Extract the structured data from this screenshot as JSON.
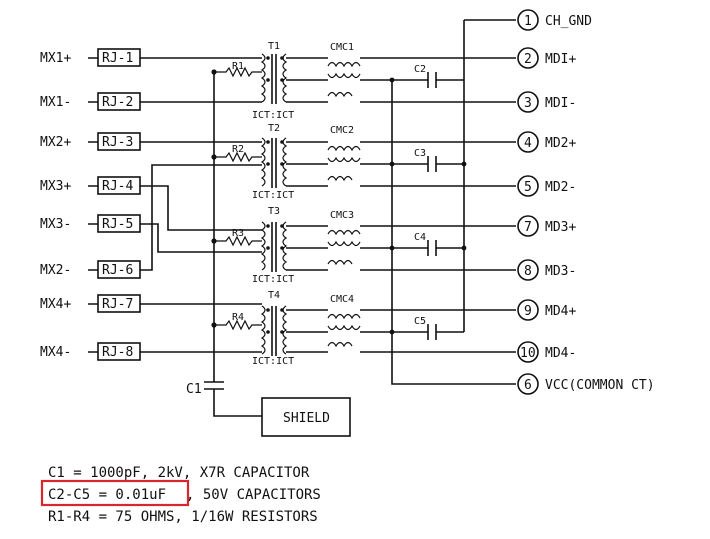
{
  "left_ports": [
    {
      "mx": "MX1+",
      "rj": "RJ-1"
    },
    {
      "mx": "MX1-",
      "rj": "RJ-2"
    },
    {
      "mx": "MX2+",
      "rj": "RJ-3"
    },
    {
      "mx": "MX3+",
      "rj": "RJ-4"
    },
    {
      "mx": "MX3-",
      "rj": "RJ-5"
    },
    {
      "mx": "MX2-",
      "rj": "RJ-6"
    },
    {
      "mx": "MX4+",
      "rj": "RJ-7"
    },
    {
      "mx": "MX4-",
      "rj": "RJ-8"
    }
  ],
  "transformers": [
    "T1",
    "T2",
    "T3",
    "T4"
  ],
  "resistors": [
    "R1",
    "R2",
    "R3",
    "R4"
  ],
  "chokes": [
    "CMC1",
    "CMC2",
    "CMC3",
    "CMC4"
  ],
  "ict_label": "ICT:ICT",
  "caps": [
    "C2",
    "C3",
    "C4",
    "C5"
  ],
  "c1": "C1",
  "shield": "SHIELD",
  "right_pins": [
    {
      "num": "1",
      "name": "CH_GND"
    },
    {
      "num": "2",
      "name": "MDI+"
    },
    {
      "num": "3",
      "name": "MDI-"
    },
    {
      "num": "4",
      "name": "MD2+"
    },
    {
      "num": "5",
      "name": "MD2-"
    },
    {
      "num": "7",
      "name": "MD3+"
    },
    {
      "num": "8",
      "name": "MD3-"
    },
    {
      "num": "9",
      "name": "MD4+"
    },
    {
      "num": "10",
      "name": "MD4-"
    },
    {
      "num": "6",
      "name": "VCC(COMMON CT)"
    }
  ],
  "notes": {
    "line1": "C1 = 1000pF, 2kV, X7R CAPACITOR",
    "line2_highlight": "C2-C5 = 0.01uF",
    "line2_rest": ", 50V CAPACITORS",
    "line3": "R1-R4 = 75 OHMS, 1/16W RESISTORS"
  },
  "colors": {
    "highlight": "#d9262b",
    "ink": "#111111"
  }
}
